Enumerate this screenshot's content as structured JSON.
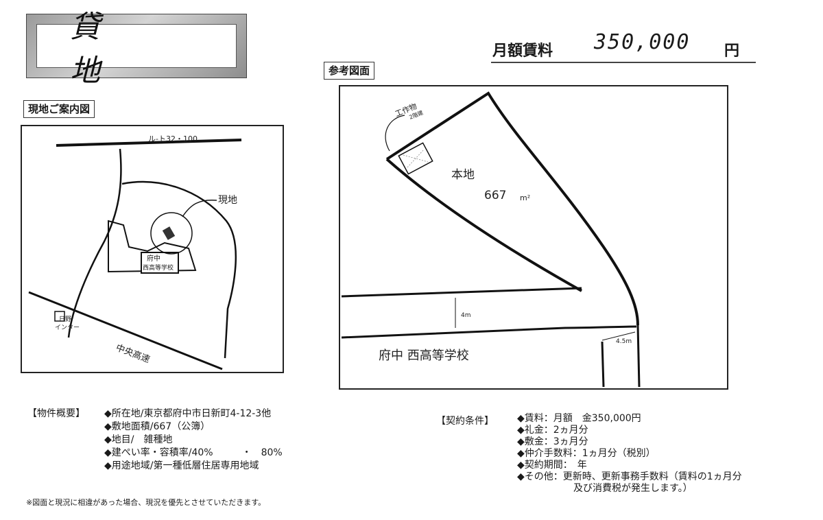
{
  "title": "貸　地",
  "rent": {
    "label": "月額賃料",
    "value": "350,000",
    "unit": "円"
  },
  "location_map": {
    "heading": "現地ご案内図",
    "road_top": "ル-ト32・100",
    "site_label": "現地",
    "school_label_1": "府中",
    "school_label_2": "西高等学校",
    "interchange_1": "日野",
    "interchange_2": "インター",
    "expressway": "中央高速"
  },
  "reference_map": {
    "heading": "参考図面",
    "workshop_1": "工作物",
    "workshop_2": "2階建",
    "lot_label": "本地",
    "area_value": "667",
    "area_unit": "m²",
    "road_width_1": "4m",
    "road_width_2": "4.5m",
    "school": "府中 西高等学校"
  },
  "summary": {
    "heading": "【物件概要】",
    "items": [
      "◆所在地/東京都府中市日新町4-12-3他",
      "◆敷地面積/667（公簿）",
      "◆地目/　雑種地",
      "◆建ぺい率・容積率/40%　　　・　80%",
      "◆用途地域/第一種低層住居専用地域"
    ]
  },
  "contract": {
    "heading": "【契約条件】",
    "items": [
      "◆賃料：月額　金350,000円",
      "◆礼金：2ヵ月分",
      "◆敷金：3ヵ月分",
      "◆仲介手数料：1ヵ月分（税別）",
      "◆契約期間：　年",
      "◆その他：更新時、更新事務手数料（賃料の1ヵ月分",
      "及び消費税が発生します。）"
    ]
  },
  "footnote": "※図面と現況に相違があった場合、現況を優先とさせていただきます。"
}
